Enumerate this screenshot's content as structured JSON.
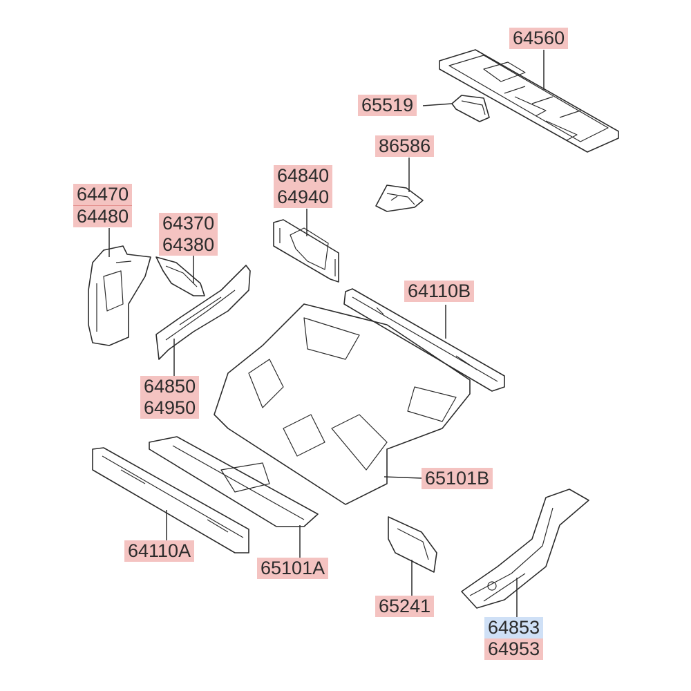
{
  "diagram": {
    "accent_pink": "#f4c3c1",
    "accent_blue": "#cfe0f6",
    "labels": {
      "p64560": "64560",
      "p65519": "65519",
      "p86586": "86586",
      "p64840": "64840",
      "p64940": "64940",
      "p64470": "64470",
      "p64480": "64480",
      "p64370": "64370",
      "p64380": "64380",
      "p64110b": "64110B",
      "p64850": "64850",
      "p64950": "64950",
      "p65101b": "65101B",
      "p64110a": "64110A",
      "p65101a": "65101A",
      "p65241": "65241",
      "p64853": "64853",
      "p64953": "64953"
    }
  }
}
